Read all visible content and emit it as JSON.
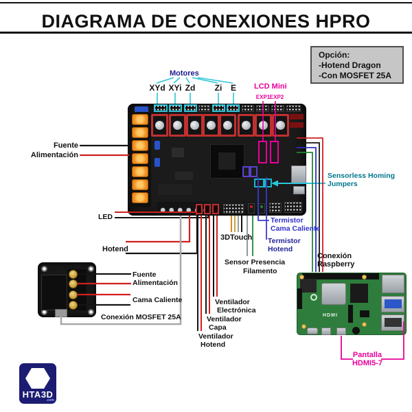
{
  "title": "DIAGRAMA DE CONEXIONES HPRO",
  "option_box": {
    "lines": [
      "Opción:",
      "-Hotend Dragon",
      "-Con MOSFET 25A"
    ]
  },
  "motors": {
    "group": "Motores",
    "ports": [
      "XYd",
      "XYi",
      "Zd",
      "Zi",
      "E"
    ]
  },
  "lcd": {
    "title": "LCD Mini",
    "exp1": "EXP1",
    "exp2": "EXP2"
  },
  "left": {
    "psu1": "Fuente",
    "psu2": "Alimentación",
    "led": "LED",
    "hotend": "Hotend"
  },
  "right": {
    "sensorless1": "Sensorless Homing",
    "sensorless2": "Jumpers",
    "term_bed1": "Termistor",
    "term_bed2": "Cama Caliente",
    "term_hot1": "Termistor",
    "term_hot2": "Hotend",
    "raspberry1": "Conexión",
    "raspberry2": "Raspberry"
  },
  "bottom": {
    "bltouch": "3DTouch",
    "filament1": "Sensor Presencia",
    "filament2": "Filamento",
    "fan_elec1": "Ventilador",
    "fan_elec2": "Electrónica",
    "fan_layer1": "Ventilador",
    "fan_layer2": "Capa",
    "fan_hot1": "Ventilador",
    "fan_hot2": "Hotend"
  },
  "mosfet": {
    "psu1": "Fuente",
    "psu2": "Alimentación",
    "bed": "Cama Caliente",
    "connection": "Conexión MOSFET 25A"
  },
  "display": {
    "line1": "Pantalla",
    "line2": "HDMI5-7"
  },
  "raspberry_board": {
    "hdmi": "HDMI"
  },
  "logo": {
    "name": "HTA3D",
    "tld": ".com"
  },
  "colors": {
    "cyan_highlight": "#2bc4d9",
    "magenta": "#e8019b",
    "navy_text": "#1b1b8f",
    "teal_text": "#00798c",
    "blue_text": "#3232c8",
    "wire_red": "#d01f1f",
    "wire_black": "#141414",
    "wire_gray": "#a8a8a8",
    "wire_green": "#1d8a2e",
    "wire_blue": "#2f2fc4",
    "wire_orange": "#e0861a",
    "board_black": "#1b1b1b",
    "pi_green": "#2e7d3c",
    "option_bg": "#c6c6c6",
    "logo_navy": "#1c1c72"
  }
}
